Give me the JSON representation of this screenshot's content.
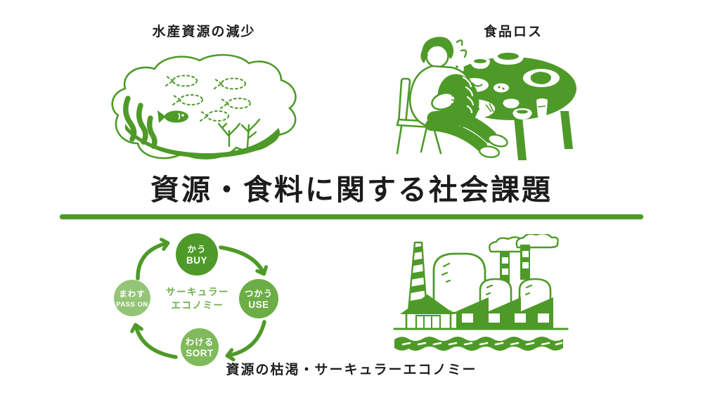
{
  "page": {
    "background": "#ffffff",
    "title": "資源・食料に関する社会課題"
  },
  "colors": {
    "illustration_green": "#4e9a28",
    "divider_green": "#4e9a28",
    "center_text_green": "#6cae46",
    "title_text": "#1c1c1c"
  },
  "sections": {
    "fisheries_label": "水産資源の減少",
    "food_loss_label": "食品ロス",
    "bottom_label": "資源の枯渇・サーキュラーエコノミー"
  },
  "cycle": {
    "center": {
      "line1": "サーキュラー",
      "line2": "エコノミー"
    },
    "steps": [
      {
        "jp": "かう",
        "en": "BUY",
        "color": "#4e9a28"
      },
      {
        "jp": "つかう",
        "en": "USE",
        "color": "#6cae46"
      },
      {
        "jp": "わける",
        "en": "SORT",
        "color": "#7fba5b"
      },
      {
        "jp": "まわす",
        "en": "PASS ON",
        "color": "#94c577"
      }
    ]
  },
  "illustrations": {
    "fish_pond": "fish-pond-illustration",
    "food_loss": "overeating-table-illustration",
    "factory": "factory-illustration",
    "cycle_arrows": "cycle-arrow-icon"
  }
}
